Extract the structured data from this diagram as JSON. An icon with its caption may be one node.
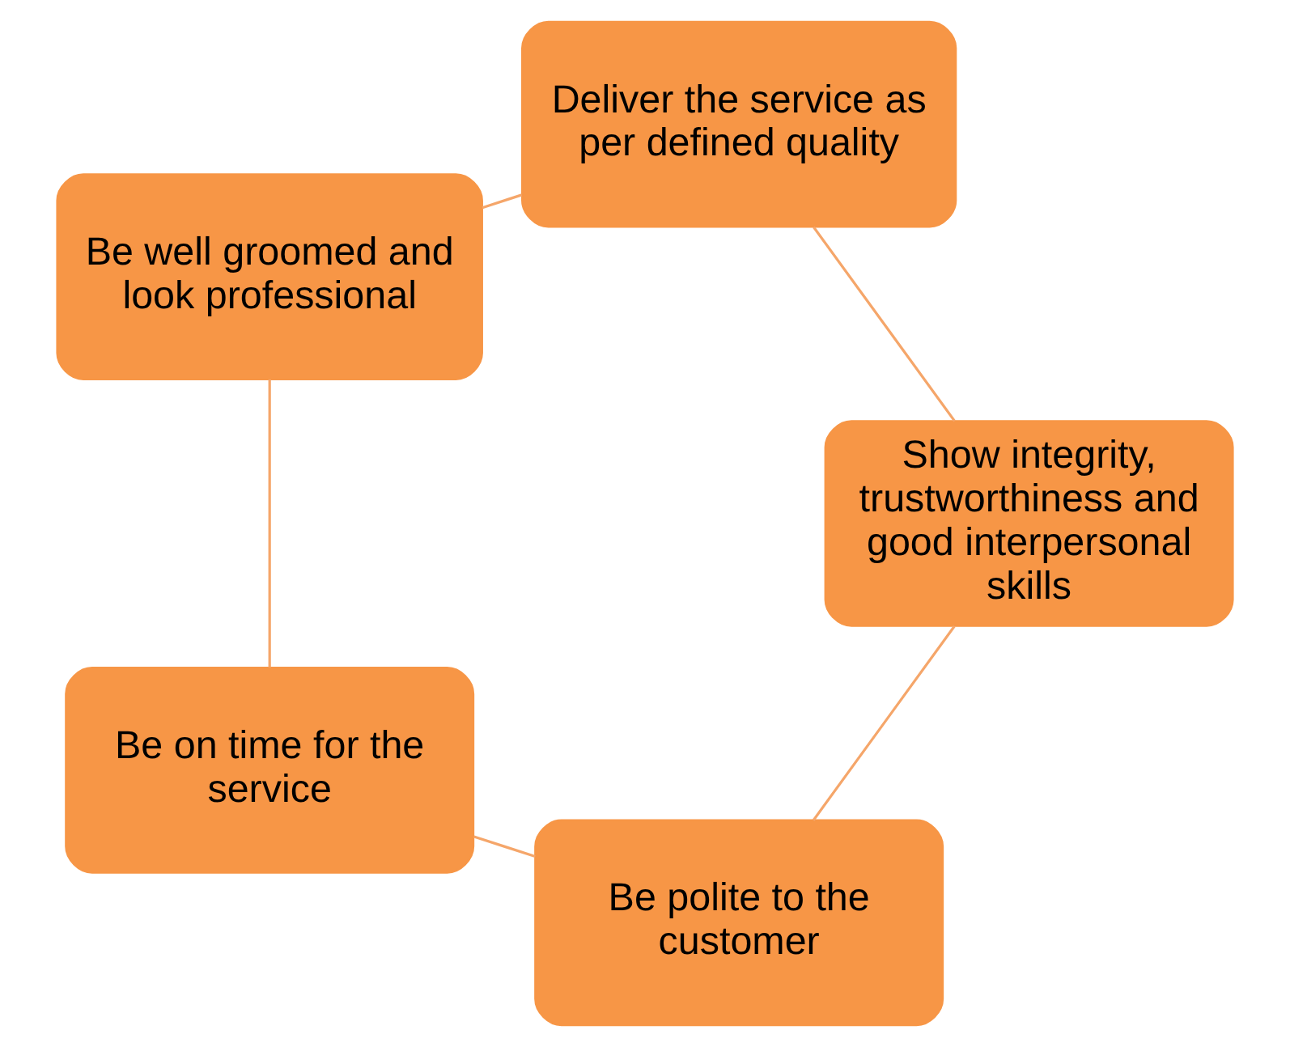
{
  "diagram": {
    "nodes": [
      {
        "text": [
          "Be polite to the customer"
        ]
      },
      {
        "text": [
          "Be on time for the service"
        ]
      },
      {
        "text": [
          "Be well groomed and look professional"
        ]
      },
      {
        "text": [
          "Deliver the service as per defined quality"
        ]
      },
      {
        "text": [
          "Show integrity, trustworthiness and good interpersonal skills"
        ]
      }
    ],
    "edges": [
      {
        "from": 0,
        "to": 1,
        "arrow": "none"
      },
      {
        "from": 1,
        "to": 2,
        "arrow": "none"
      },
      {
        "from": 2,
        "to": 3,
        "arrow": "none"
      },
      {
        "from": 3,
        "to": 4,
        "arrow": "none"
      },
      {
        "from": 4,
        "to": 0,
        "arrow": "none"
      }
    ]
  }
}
